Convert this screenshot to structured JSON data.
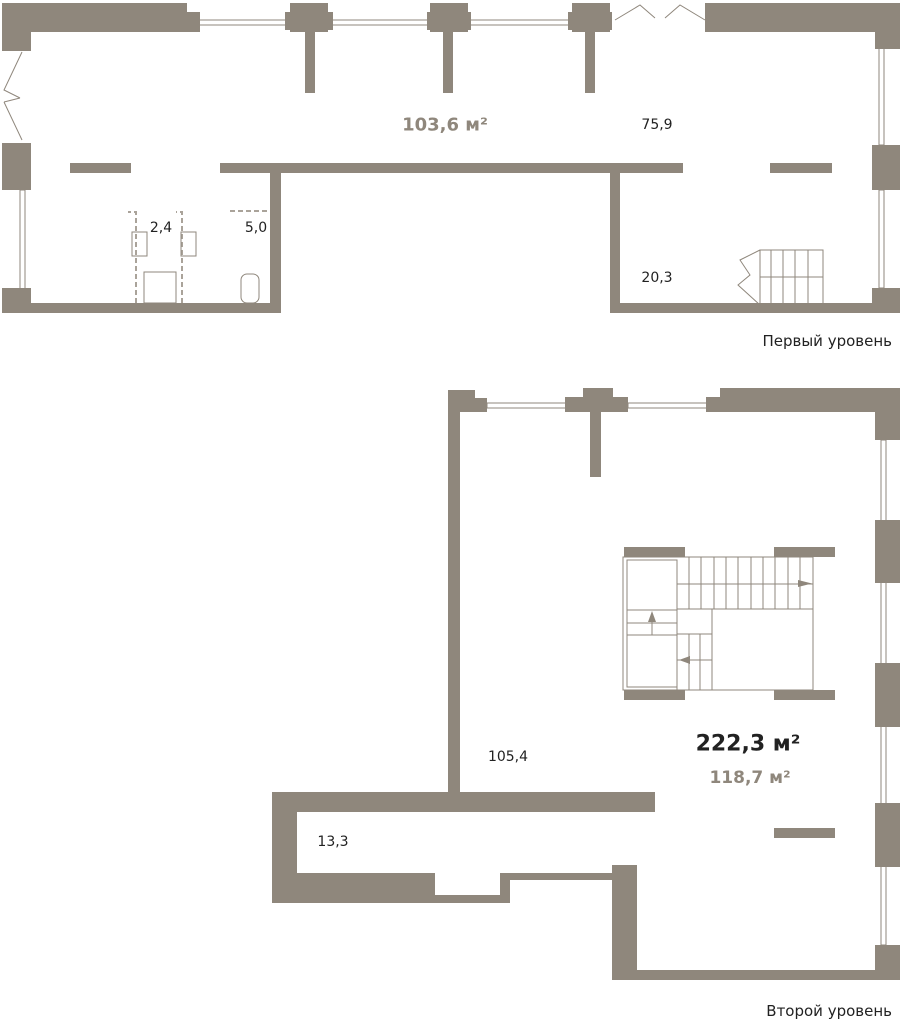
{
  "colors": {
    "wall": "#8f877c",
    "text": "#222222"
  },
  "level1": {
    "title": "Первый уровень",
    "area_total": "103,6 м²",
    "rooms": [
      "75,9",
      "2,4",
      "5,0",
      "20,3"
    ]
  },
  "level2": {
    "title": "Второй уровень",
    "area_total": "222,3 м²",
    "area_level": "118,7 м²",
    "rooms": [
      "105,4",
      "13,3"
    ]
  }
}
